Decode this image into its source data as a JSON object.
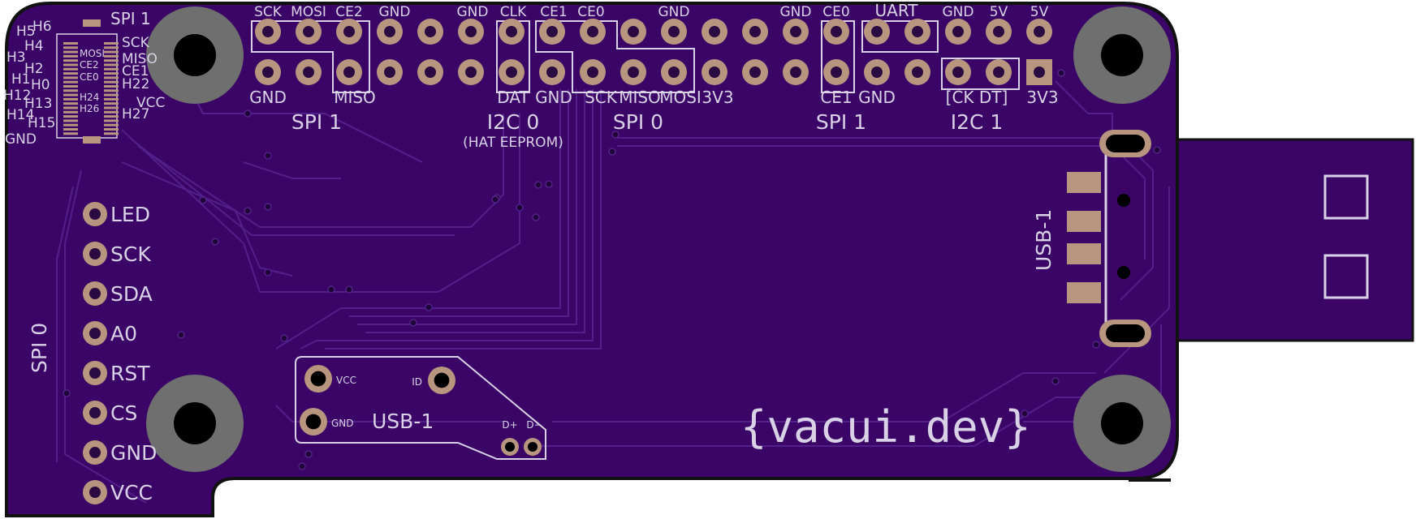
{
  "colors": {
    "board": "#3a0566",
    "trace": "#52208a",
    "silk": "#d9d2e6",
    "pad": "#b8957f",
    "hole": "#2a0a40",
    "mount_ring": "#6f6f6f",
    "outline": "#111111"
  },
  "ffc": {
    "title": "SPI 1",
    "left_labels": [
      "H5",
      "H6",
      "H4",
      "H3",
      "H2",
      "H0",
      "H1",
      "H12",
      "H13",
      "H14",
      "H15",
      "GND"
    ],
    "inner_labels": [
      "MOSI",
      "CE2",
      "CE0",
      "H24",
      "H26"
    ],
    "right_labels": [
      "SCK",
      "MISO",
      "CE1",
      "H22",
      "VCC",
      "H27"
    ]
  },
  "header": {
    "top_labels": [
      "SCK",
      "MOSI",
      "CE2",
      "GND",
      "GND",
      "CLK",
      "CE1",
      "CE0",
      "GND",
      "GND",
      "CE0",
      "UART",
      "GND",
      "5V",
      "5V"
    ],
    "bottom_labels": [
      "GND",
      "MISO",
      "DAT",
      "GND",
      "SCK",
      "MISO",
      "MOSI",
      "3V3",
      "CE1",
      "GND",
      "[CK DT]",
      "3V3"
    ],
    "groups": [
      {
        "name": "SPI 1"
      },
      {
        "name": "I2C 0",
        "sub": "(HAT EEPROM)"
      },
      {
        "name": "SPI 0"
      },
      {
        "name": "SPI 1"
      },
      {
        "name": "I2C 1"
      }
    ]
  },
  "display_pins": {
    "group": "SPI 0",
    "labels": [
      "LED",
      "SCK",
      "SDA",
      "A0",
      "RST",
      "CS",
      "GND",
      "VCC"
    ]
  },
  "usb_conn": {
    "label": "USB-1"
  },
  "usb_pad": {
    "title": "USB-1",
    "labels": [
      "VCC",
      "ID",
      "GND",
      "D+",
      "D−"
    ]
  },
  "logo": "{vacui.dev}"
}
